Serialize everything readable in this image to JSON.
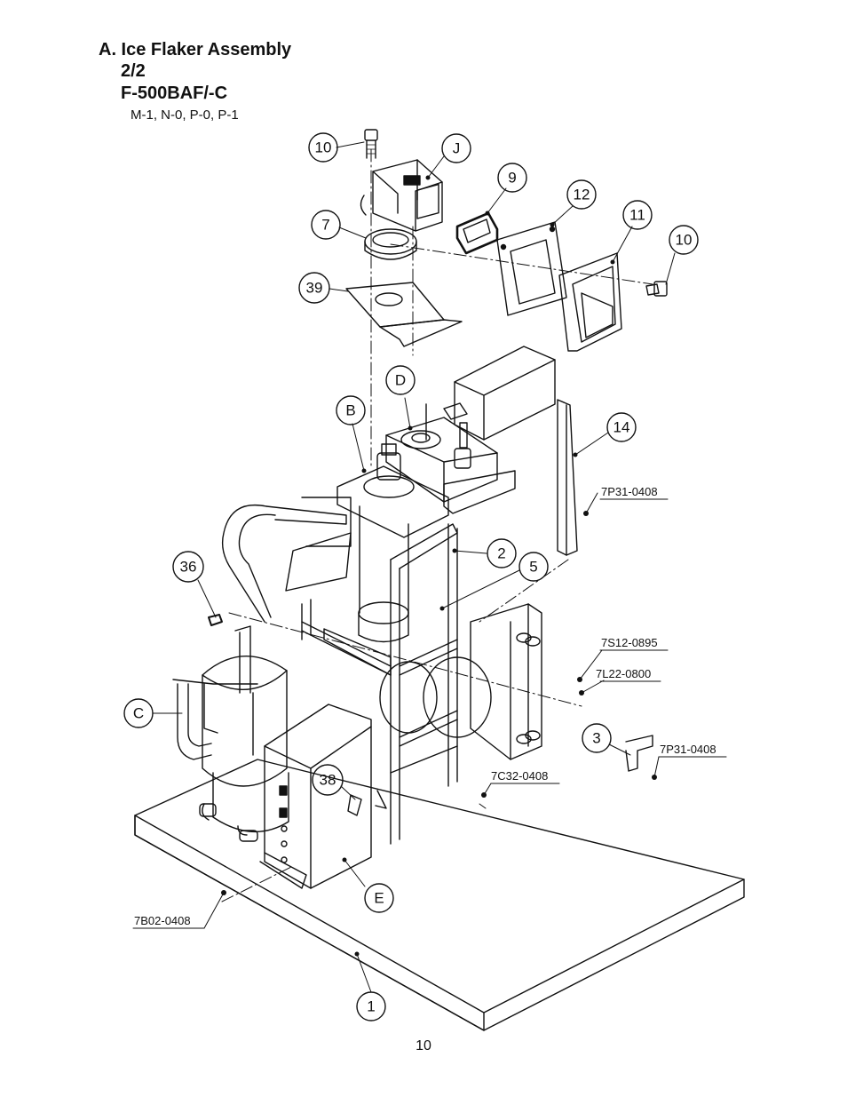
{
  "header": {
    "title": "A. Ice Flaker Assembly",
    "sheet": "2/2",
    "model": "F-500BAF/-C",
    "revisions": "M-1, N-0, P-0, P-1"
  },
  "callouts": [
    "10",
    "J",
    "9",
    "7",
    "12",
    "11",
    "10",
    "39",
    "D",
    "B",
    "14",
    "2",
    "5",
    "36",
    "C",
    "38",
    "E",
    "3",
    "1"
  ],
  "part_codes": [
    "7P31-0408",
    "7S12-0895",
    "7L22-0800",
    "7P31-0408",
    "7C32-0408",
    "7B02-0408"
  ],
  "page_number": "10"
}
